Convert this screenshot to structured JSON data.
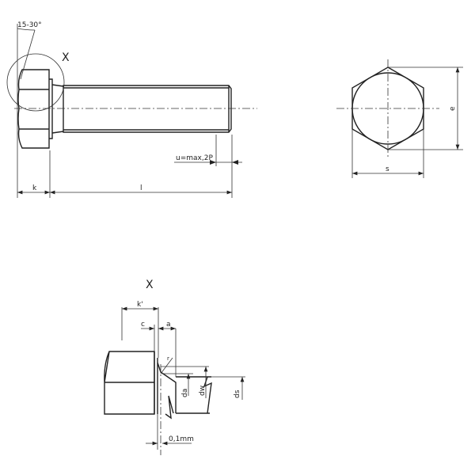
{
  "side_view": {
    "angle_label": "15-30°",
    "detail_label": "X",
    "k_label": "k",
    "l_label": "l",
    "u_label": "u=max,2P"
  },
  "end_view": {
    "s_label": "s",
    "e_label": "e"
  },
  "detail_view": {
    "title": "X",
    "k_label": "k'",
    "c_label": "c",
    "a_label": "a",
    "r_label": "r",
    "da_label": "da",
    "dw_label": "dw",
    "ds_label": "ds",
    "gap_label": "0,1mm"
  }
}
